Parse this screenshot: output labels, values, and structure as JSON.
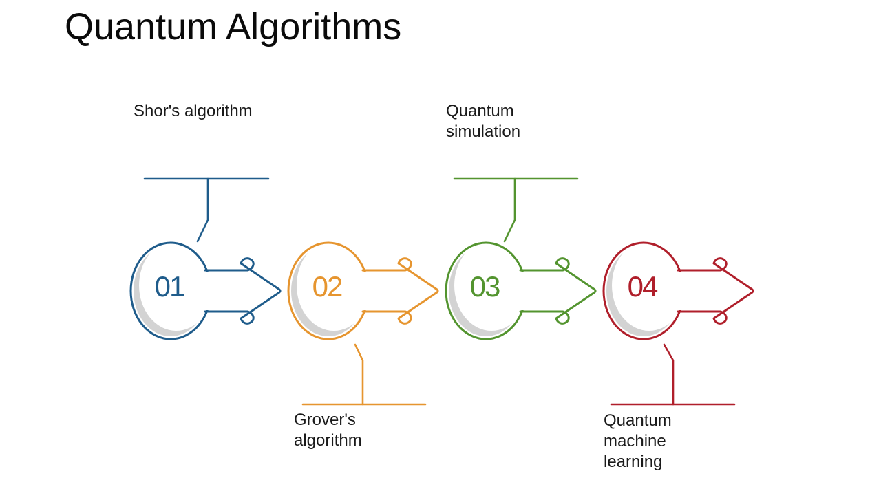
{
  "slide": {
    "title": "Quantum Algorithms"
  },
  "palette": {
    "background": "#FFFFFF",
    "label_text": "#1A1A1A",
    "crescent_shadow": "#D3D3D3"
  },
  "steps": [
    {
      "number": "01",
      "label": "Shor's algorithm",
      "color": "#1F5C8B",
      "label_position": "above"
    },
    {
      "number": "02",
      "label": "Grover's algorithm",
      "color": "#E6952F",
      "label_position": "below"
    },
    {
      "number": "03",
      "label": "Quantum simulation",
      "color": "#53942F",
      "label_position": "above"
    },
    {
      "number": "04",
      "label": "Quantum machine learning",
      "color": "#B01F2B",
      "label_position": "below"
    }
  ]
}
